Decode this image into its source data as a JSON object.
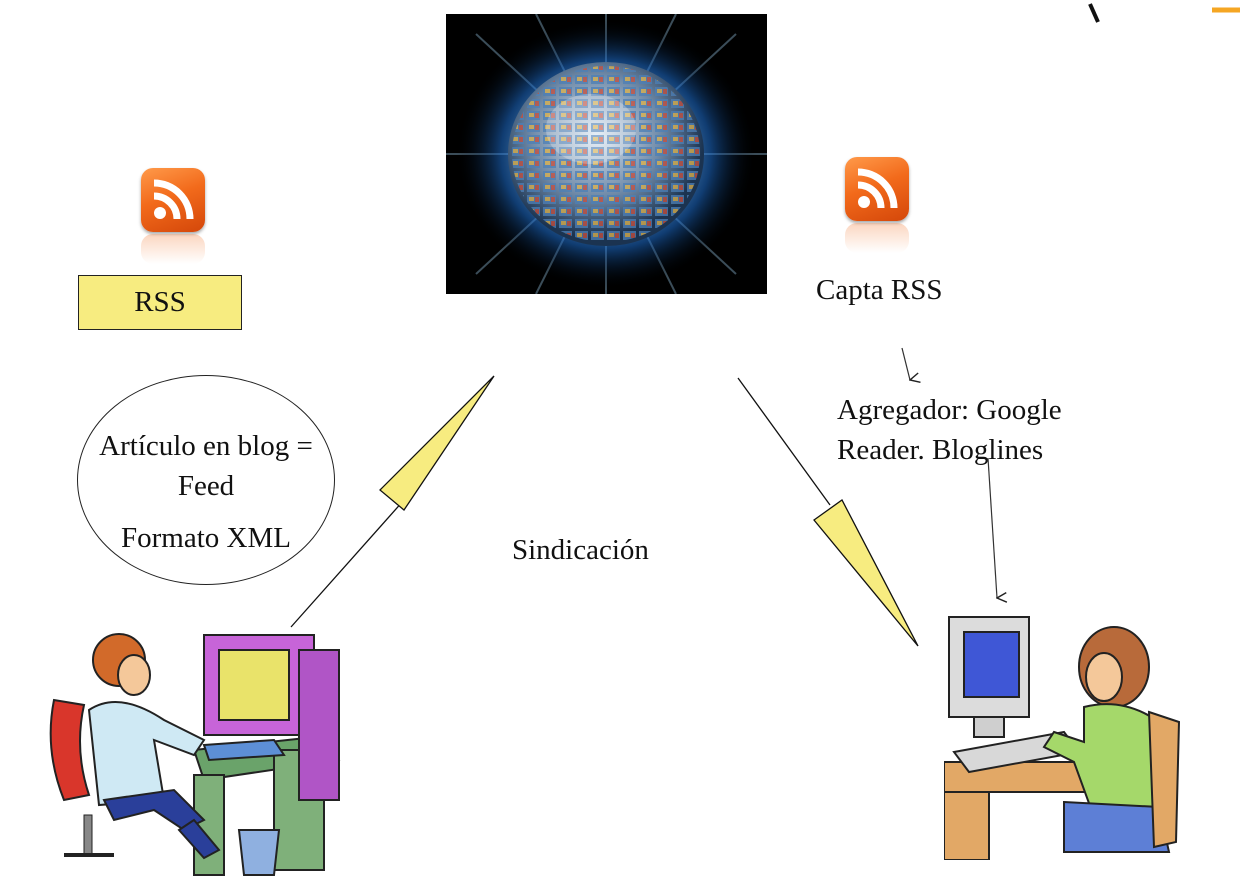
{
  "diagram": {
    "rss_box_label": "RSS",
    "feed_circle": {
      "line1": "Artículo en blog =\nFeed",
      "line2": "Formato XML"
    },
    "capta_label": "Capta RSS",
    "aggregator_label": "Agregador: Google\nReader.  Bloglines",
    "center_label": "Sindicación"
  },
  "icons": {
    "rss_left": "rss-feed-icon",
    "rss_right": "rss-feed-icon",
    "globe": "media-globe-image",
    "publisher": "woman-at-computer-clipart",
    "reader": "girl-at-computer-clipart"
  },
  "colors": {
    "highlight_yellow": "#f7ec80",
    "rss_orange": "#f26a1b",
    "accent_orange": "#f5a623"
  }
}
